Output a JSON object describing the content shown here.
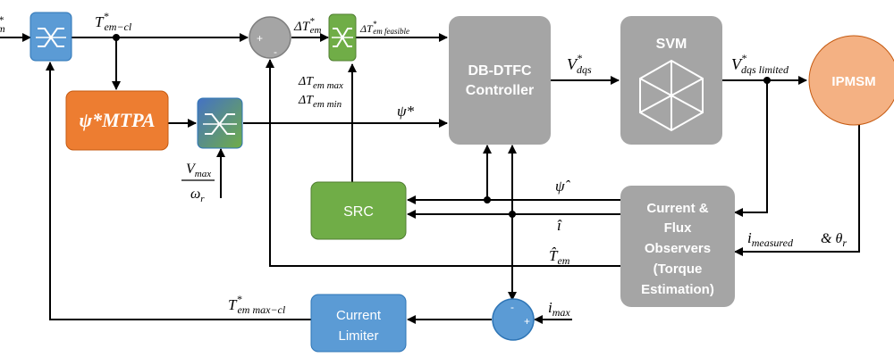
{
  "blocks": {
    "mtpa": "ψ*MTPA",
    "controller_line1": "DB-DTFC",
    "controller_line2": "Controller",
    "svm": "SVM",
    "ipmsm": "IPMSM",
    "src": "SRC",
    "observers_lines": [
      "Current &",
      "Flux",
      "Observers",
      "(Torque",
      "Estimation)"
    ],
    "limiter_line1": "Current",
    "limiter_line2": "Limiter"
  },
  "signals": {
    "input_ref": "*",
    "input_ref_sub": "m",
    "tem_cl": "T",
    "tem_cl_sup": "*",
    "tem_cl_sub": "em−cl",
    "delta_tem": "ΔT",
    "delta_tem_sup": "*",
    "delta_tem_sub": "em",
    "delta_feasible": "ΔT",
    "delta_feasible_sup": "*",
    "delta_feasible_sub": "em feasible",
    "delta_max": "ΔT",
    "delta_max_sub": "em max",
    "delta_min": "ΔT",
    "delta_min_sub": "em min",
    "psi_star": "ψ*",
    "vdqs": "V",
    "vdqs_sup": "*",
    "vdqs_sub": "dqs",
    "vdqs_limited": "V",
    "vdqs_limited_sup": "*",
    "vdqs_limited_sub": "dqs limited",
    "vmax": "V",
    "vmax_sub": "max",
    "omega": "ω",
    "omega_sub": "r",
    "psi_hat": "ψ̂",
    "i_hat": "î",
    "tem_hat": "T̂",
    "tem_hat_sub": "em",
    "i_measured": "i",
    "i_measured_sub": "measured",
    "theta": "& θ",
    "theta_sub": "r",
    "tem_max_cl": "T",
    "tem_max_cl_sup": "*",
    "tem_max_cl_sub": "em max−cl",
    "i_max": "i",
    "i_max_sub": "max",
    "sum1_plus": "+",
    "sum1_minus": "-",
    "sum2_minus": "-",
    "sum2_plus": "+"
  },
  "colors": {
    "blue_block": "#5b9bd5",
    "orange_block": "#ed7d31",
    "green_block": "#70ad47",
    "gray_block": "#a5a5a5",
    "ipmsm": "#f4b183",
    "sum_gray": "#a5a5a5",
    "sum_blue": "#5b9bd5"
  }
}
